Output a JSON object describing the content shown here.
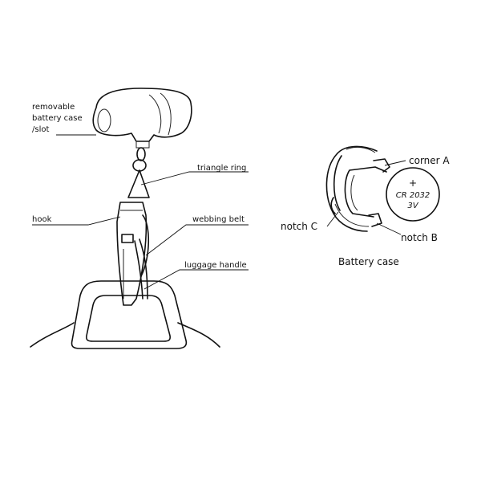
{
  "diagram": {
    "left_labels": {
      "battery_case_line1": "removable",
      "battery_case_line2": "battery case",
      "battery_case_line3": "/slot",
      "triangle_ring": "triangle ring",
      "hook": "hook",
      "webbing_belt": "webbing belt",
      "luggage_handle": "luggage handle"
    },
    "right_labels": {
      "corner_a": "corner  A",
      "notch_c": "notch C",
      "notch_b": "notch B",
      "battery_case_caption": "Battery case"
    },
    "coin_cell": {
      "polarity": "+",
      "model": "CR 2032",
      "voltage": "3V"
    }
  }
}
